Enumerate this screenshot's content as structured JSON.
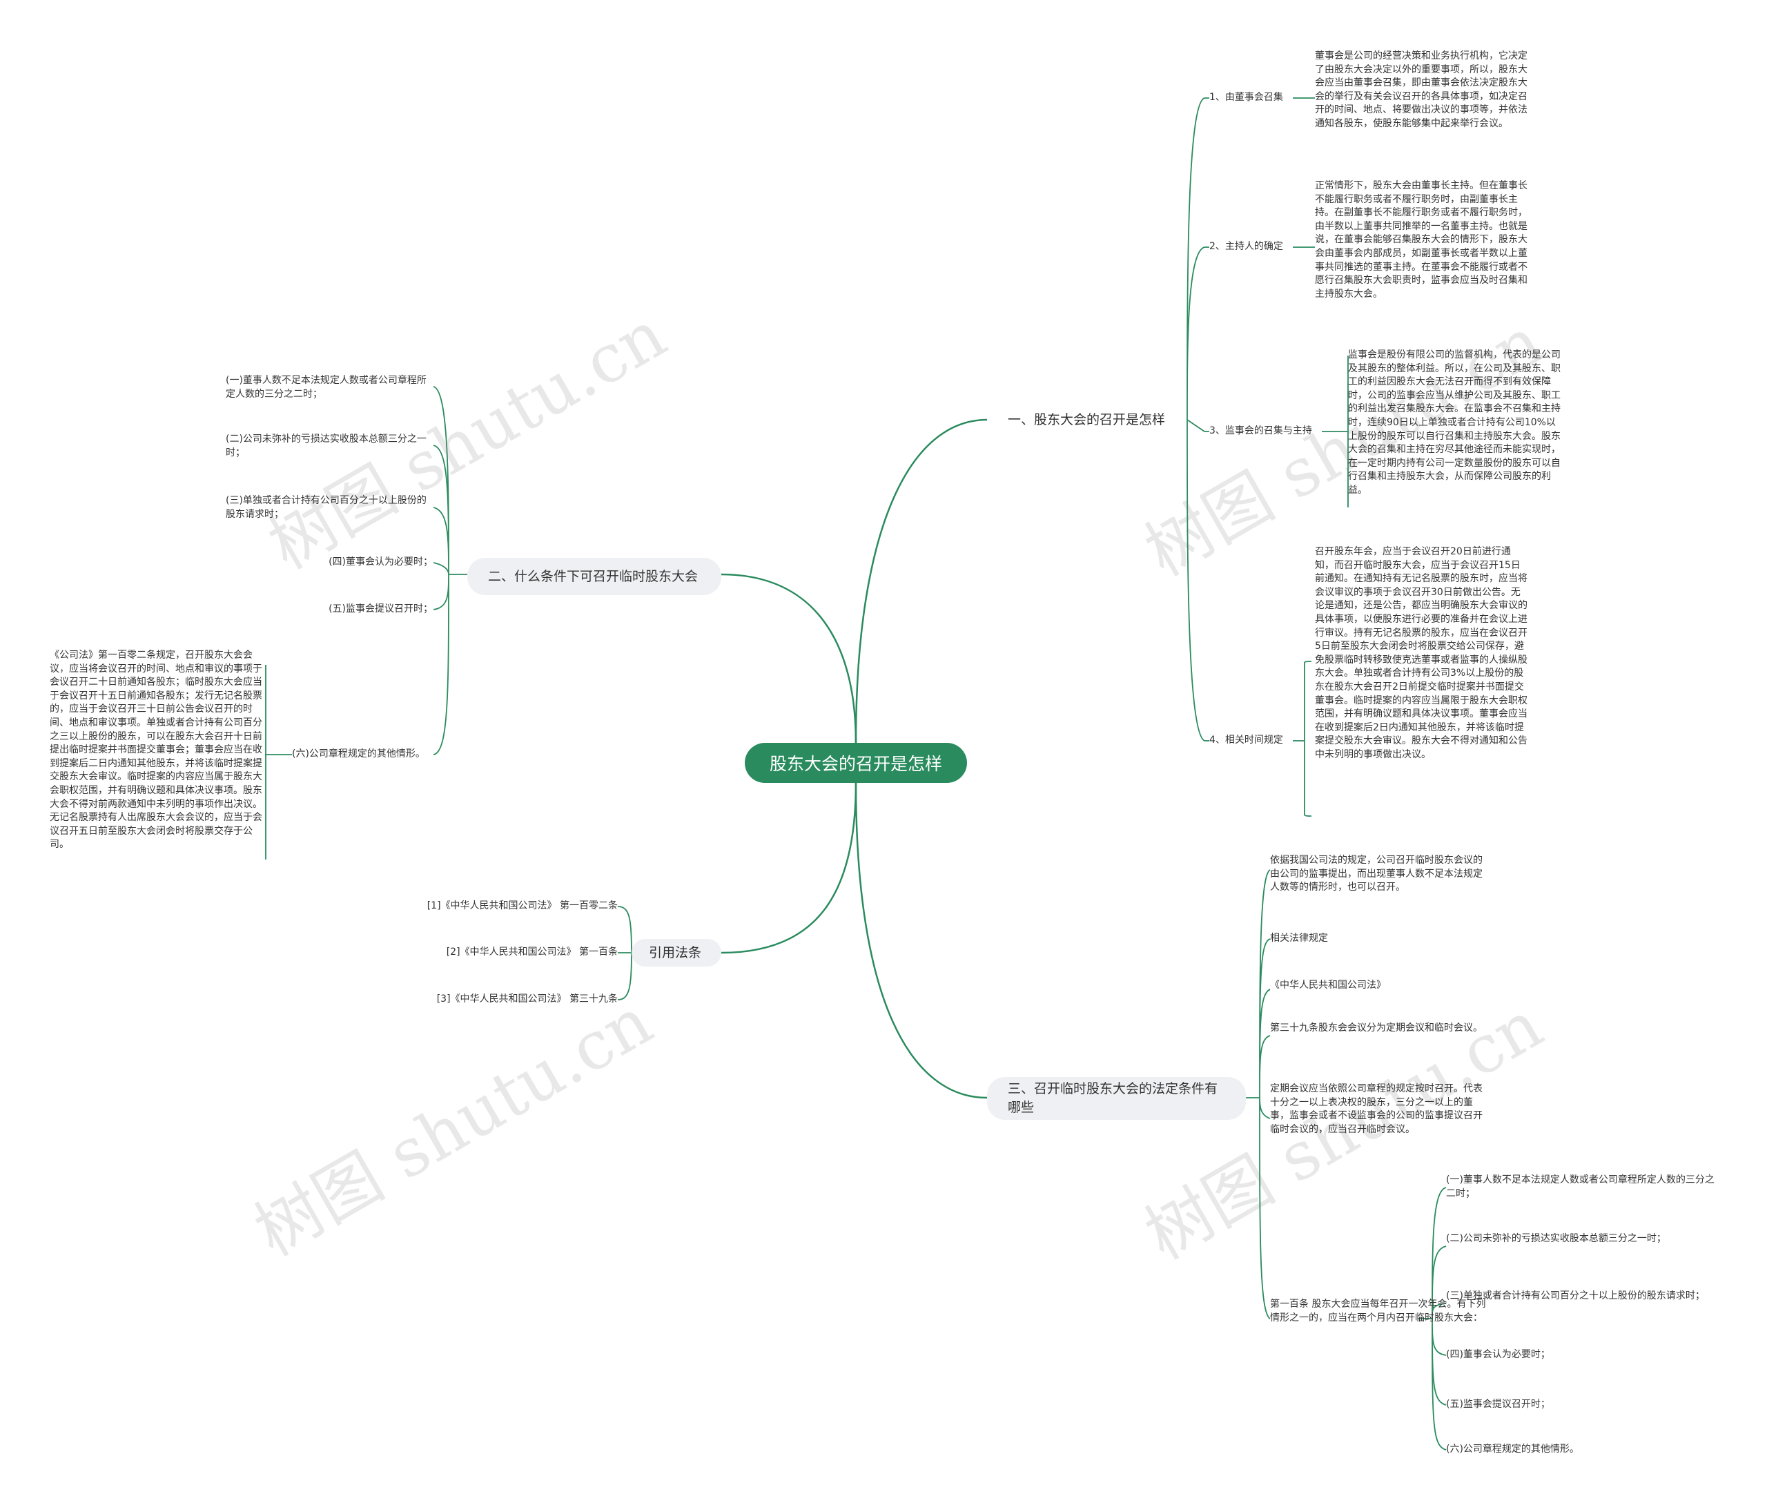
{
  "root": "股东大会的召开是怎样",
  "branch1": {
    "title": "一、股东大会的召开是怎样",
    "items": [
      {
        "label": "1、由董事会召集",
        "detail": "董事会是公司的经营决策和业务执行机构，它决定了由股东大会决定以外的重要事项，所以，股东大会应当由董事会召集，即由董事会依法决定股东大会的举行及有关会议召开的各具体事项，如决定召开的时间、地点、将要做出决议的事项等，并依法通知各股东，使股东能够集中起来举行会议。"
      },
      {
        "label": "2、主持人的确定",
        "detail": "正常情形下，股东大会由董事长主持。但在董事长不能履行职务或者不履行职务时，由副董事长主持。在副董事长不能履行职务或者不履行职务时，由半数以上董事共同推举的一名董事主持。也就是说，在董事会能够召集股东大会的情形下，股东大会由董事会内部成员，如副董事长或者半数以上董事共同推选的董事主持。在董事会不能履行或者不愿行召集股东大会职责时，监事会应当及时召集和主持股东大会。"
      },
      {
        "label": "3、监事会的召集与主持",
        "detail": "监事会是股份有限公司的监督机构，代表的是公司及其股东的整体利益。所以，在公司及其股东、职工的利益因股东大会无法召开而得不到有效保障时，公司的监事会应当从维护公司及其股东、职工的利益出发召集股东大会。在监事会不召集和主持时，连续90日以上单独或者合计持有公司10%以上股份的股东可以自行召集和主持股东大会。股东大会的召集和主持在穷尽其他途径而未能实现时，在一定时期内持有公司一定数量股份的股东可以自行召集和主持股东大会，从而保障公司股东的利益。"
      },
      {
        "label": "4、相关时间规定",
        "detail": "召开股东年会，应当于会议召开20日前进行通知，而召开临时股东大会，应当于会议召开15日前通知。在通知持有无记名股票的股东时，应当将会议审议的事项于会议召开30日前做出公告。无论是通知，还是公告，都应当明确股东大会审议的具体事项，以便股东进行必要的准备并在会议上进行审议。持有无记名股票的股东，应当在会议召开5日前至股东大会闭会时将股票交给公司保存，避免股票临时转移致使克选董事或者监事的人操纵股东大会。单独或者合计持有公司3%以上股份的股东在股东大会召开2日前提交临时提案并书面提交董事会。临时提案的内容应当属限于股东大会职权范围，并有明确议题和具体决议事项。董事会应当在收到提案后2日内通知其他股东，并将该临时提案提交股东大会审议。股东大会不得对通知和公告中未列明的事项做出决议。"
      }
    ]
  },
  "branch2": {
    "title": "二、什么条件下可召开临时股东大会",
    "items": [
      "(一)董事人数不足本法规定人数或者公司章程所定人数的三分之二时；",
      "(二)公司未弥补的亏损达实收股本总额三分之一时；",
      "(三)单独或者合计持有公司百分之十以上股份的股东请求时；",
      "(四)董事会认为必要时；",
      "(五)监事会提议召开时；",
      "(六)公司章程规定的其他情形。"
    ],
    "item6_detail": "《公司法》第一百零二条规定，召开股东大会会议，应当将会议召开的时间、地点和审议的事项于会议召开二十日前通知各股东；临时股东大会应当于会议召开十五日前通知各股东；发行无记名股票的，应当于会议召开三十日前公告会议召开的时间、地点和审议事项。单独或者合计持有公司百分之三以上股份的股东，可以在股东大会召开十日前提出临时提案并书面提交董事会；董事会应当在收到提案后二日内通知其他股东，并将该临时提案提交股东大会审议。临时提案的内容应当属于股东大会职权范围，并有明确议题和具体决议事项。股东大会不得对前两款通知中未列明的事项作出决议。无记名股票持有人出席股东大会会议的，应当于会议召开五日前至股东大会闭会时将股票交存于公司。"
  },
  "branch3": {
    "title": "引用法条",
    "items": [
      "[1]《中华人民共和国公司法》 第一百零二条",
      "[2]《中华人民共和国公司法》 第一百条",
      "[3]《中华人民共和国公司法》 第三十九条"
    ]
  },
  "branch4": {
    "title": "三、召开临时股东大会的法定条件有哪些",
    "items": [
      "依据我国公司法的规定，公司召开临时股东会议的由公司的监事提出，而出现董事人数不足本法规定人数等的情形时，也可以召开。",
      "相关法律规定",
      "《中华人民共和国公司法》",
      "第三十九条股东会会议分为定期会议和临时会议。",
      "定期会议应当依照公司章程的规定按时召开。代表十分之一以上表决权的股东，三分之一以上的董事，监事会或者不设监事会的公司的监事提议召开临时会议的，应当召开临时会议。",
      "第一百条 股东大会应当每年召开一次年会。有下列情形之一的，应当在两个月内召开临时股东大会："
    ],
    "sub_items": [
      "(一)董事人数不足本法规定人数或者公司章程所定人数的三分之二时；",
      "(二)公司未弥补的亏损达实收股本总额三分之一时；",
      "(三)单独或者合计持有公司百分之十以上股份的股东请求时；",
      "(四)董事会认为必要时；",
      "(五)监事会提议召开时；",
      "(六)公司章程规定的其他情形。"
    ]
  },
  "watermark": "树图 shutu.cn",
  "colors": {
    "root_bg": "#2a8b5e",
    "line": "#2a8b5e",
    "branch_bg": "#eef0f3"
  }
}
